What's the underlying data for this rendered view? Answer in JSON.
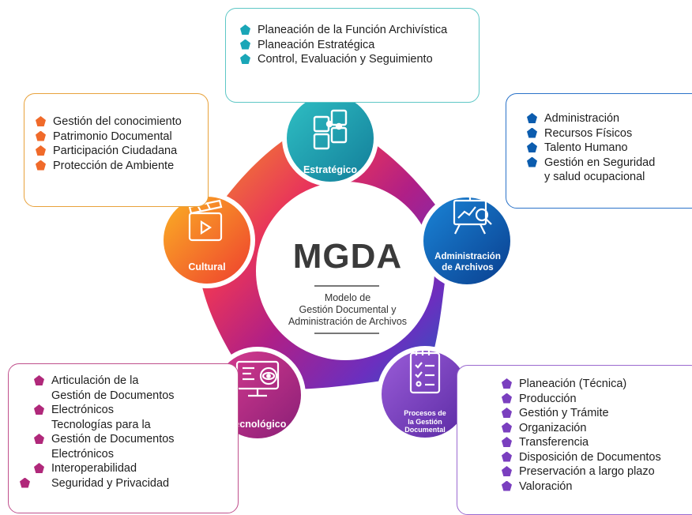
{
  "center": {
    "title": "MGDA",
    "subtitle_lines": [
      "Modelo de",
      "Gestión Documental y",
      "Administración de Archivos"
    ]
  },
  "components": [
    {
      "key": "estrategico",
      "label_lines": [
        "Estratégico"
      ],
      "icon": "puzzle-icon",
      "color": "#1aa6b7",
      "items": [
        "Planeación de la Función Archivística",
        "Planeación Estratégica",
        "Control, Evaluación y Seguimiento"
      ]
    },
    {
      "key": "administracion",
      "label_lines": [
        "Administración",
        "de Archivos"
      ],
      "icon": "analytics-board-icon",
      "color": "#0b5cae",
      "items": [
        "Administración",
        "Recursos Físicos",
        "Talento Humano",
        "Gestión en Seguridad",
        "y salud ocupacional"
      ]
    },
    {
      "key": "procesos",
      "label_lines": [
        "Procesos de",
        "la Gestión",
        "Documental"
      ],
      "icon": "checklist-icon",
      "color": "#7a3fbf",
      "items": [
        "Planeación (Técnica)",
        "Producción",
        "Gestión y Trámite",
        "Organización",
        "Transferencia",
        "Disposición de Documentos",
        "Preservación a largo plazo",
        "Valoración"
      ]
    },
    {
      "key": "tecnologico",
      "label_lines": [
        "Tecnológico"
      ],
      "icon": "monitor-eye-icon",
      "color": "#b0287a",
      "items": [
        "Articulación de la",
        "Gestión de Documentos",
        "Electrónicos",
        "Tecnologías para la",
        "Gestión de Documentos",
        "Electrónicos",
        "Interoperabilidad",
        "Seguridad y Privacidad"
      ]
    },
    {
      "key": "cultural",
      "label_lines": [
        "Cultural"
      ],
      "icon": "clapperboard-icon",
      "color": "#f06a2a",
      "items": [
        "Gestión del conocimiento",
        "Patrimonio Documental",
        "Participación Ciudadana",
        "Protección de Ambiente"
      ]
    }
  ]
}
